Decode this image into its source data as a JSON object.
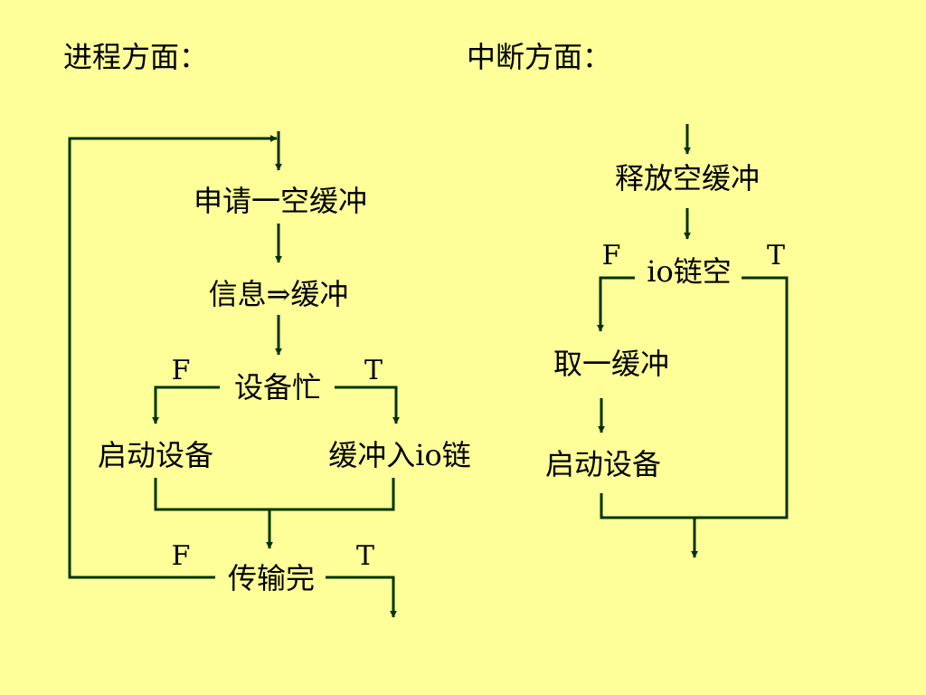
{
  "headings": {
    "process": "进程方面：",
    "interrupt": "中断方面："
  },
  "process_flow": {
    "request_buffer": "申请一空缓冲",
    "info_to_buffer": "信息⇒缓冲",
    "device_busy": "设备忙",
    "start_device": "启动设备",
    "buffer_into_io_chain": "缓冲入io链",
    "transfer_done": "传输完",
    "busy_false": "F",
    "busy_true": "T",
    "done_false": "F",
    "done_true": "T"
  },
  "interrupt_flow": {
    "release_buffer": "释放空缓冲",
    "io_chain_empty": "io链空",
    "take_buffer": "取一缓冲",
    "start_device": "启动设备",
    "empty_false": "F",
    "empty_true": "T"
  },
  "colors": {
    "line": "#003300",
    "background": "#ffff99"
  }
}
